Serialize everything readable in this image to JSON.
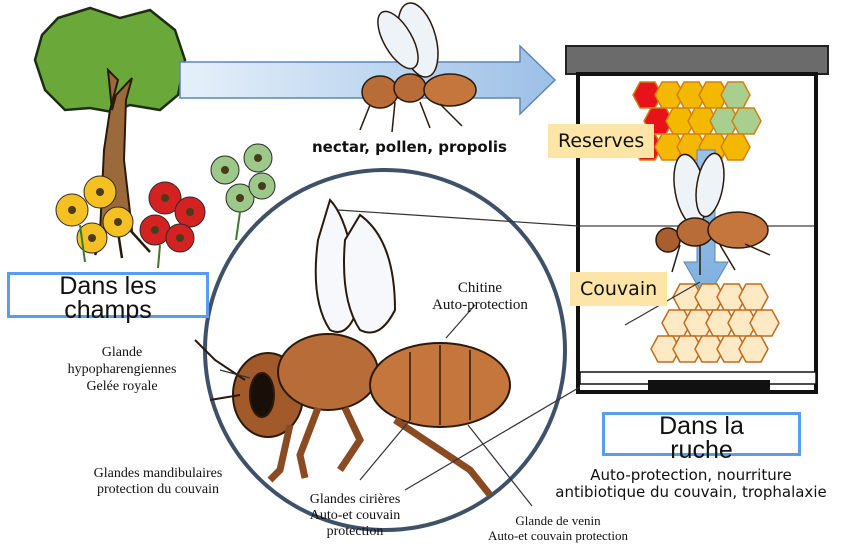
{
  "arrow_label": "nectar, pollen, propolis",
  "field_label_line1": "Dans les",
  "field_label_line2": "champs",
  "hive_label_line1": "Dans la",
  "hive_label_line2": "ruche",
  "reserves_label": "Reserves",
  "brood_label": "Couvain",
  "hive_functions_line1": "Auto-protection, nourriture",
  "hive_functions_line2": "antibiotique du couvain, trophalaxie",
  "annotations": {
    "chitine_line1": "Chitine",
    "chitine_line2": "Auto-protection",
    "hypo_line1": "Glande",
    "hypo_line2": "hypopharengiennes",
    "hypo_line3": "Gelée royale",
    "mandib_line1": "Glandes mandibulaires",
    "mandib_line2": "protection du couvain",
    "cirieres_line1": "Glandes cirières",
    "cirieres_line2": "Auto-et couvain",
    "cirieres_line3": "protection",
    "venin_line1": "Glande de venin",
    "venin_line2": "Auto-et couvain protection"
  },
  "colors": {
    "label_border": "#5b9bf0",
    "tag_bg": "#fde5a8",
    "honey_orange": "#f5b800",
    "honey_red": "#e8121a",
    "honey_green": "#a8cf8e",
    "brood_cell": "#fde9c4",
    "arrow_blue": "#aac8e8"
  }
}
